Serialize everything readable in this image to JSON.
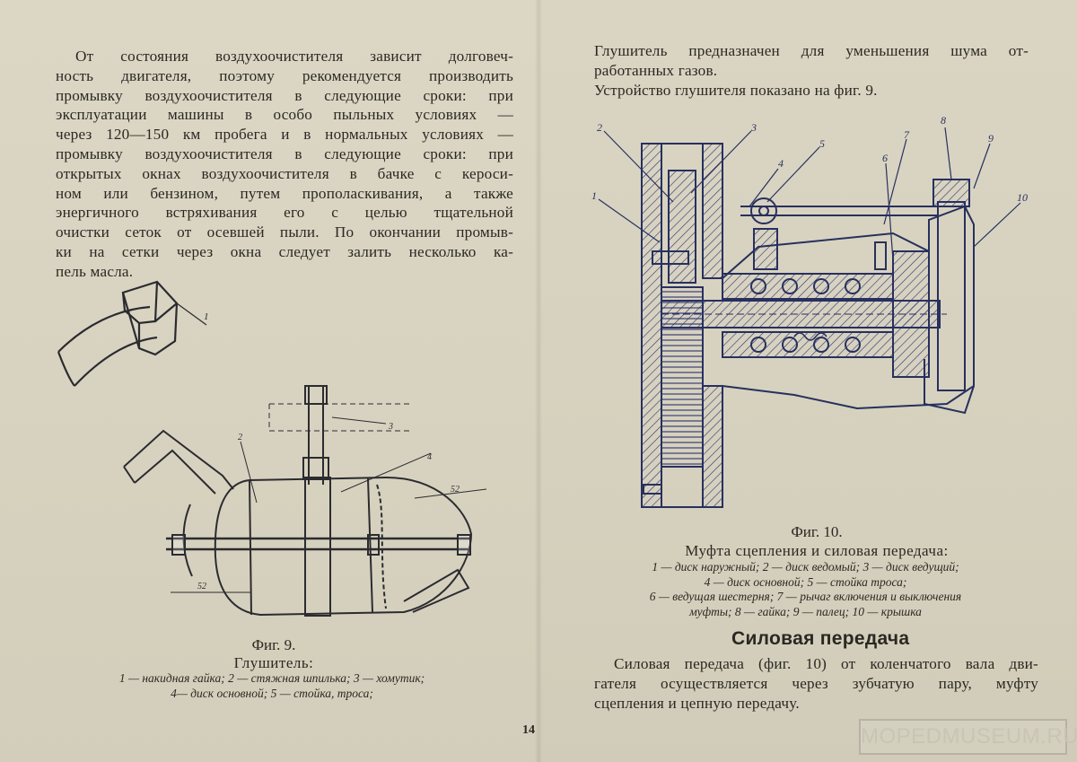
{
  "left_page": {
    "paragraph_lines": [
      "От состояния воздухоочистителя зависит долговеч-",
      "ность двигателя, поэтому рекомендуется производить",
      "промывку воздухоочистителя в следующие сроки: при",
      "эксплуатации машины в особо пыльных условиях —",
      "через 120—150 км пробега и в нормальных условиях —",
      "промывку воздухоочистителя в следующие сроки: при",
      "открытых окнах воздухоочистителя в бачке с кероси-",
      "ном или бензином, путем прополаскивания, а также",
      "энергичного встряхивания его с целью тщательной",
      "очистки сеток от осевшей пыли. По окончании промыв-",
      "ки на сетки через окна следует залить несколько ка-",
      "пель масла."
    ],
    "figure_small_label": "1",
    "fig9": {
      "title": "Фиг. 9.",
      "name": "Глушитель:",
      "caption_lines": [
        "1 — накидная гайка; 2 — стяжная шпилька; 3 — хомутик;",
        "4— диск основной; 5 — стойка, троса;"
      ],
      "labels": [
        "2",
        "3",
        "4"
      ],
      "dimensions": [
        "52",
        "52"
      ]
    },
    "page_number": "14"
  },
  "right_page": {
    "intro_lines": [
      "Глушитель предназначен для уменьшения шума от-",
      "работанных газов.",
      "Устройство глушителя показано на фиг. 9."
    ],
    "fig10": {
      "title": "Фиг. 10.",
      "name": "Муфта сцепления и силовая передача:",
      "caption_lines": [
        "1 — диск наружный; 2 — диск ведомый; 3 — диск ведущий;",
        "4 — диск основной; 5 — стойка троса;",
        "6 — ведущая шестерня; 7 — рычаг включения и выключения",
        "муфты; 8 — гайка; 9 — палец; 10 — крышка"
      ],
      "labels": [
        "1",
        "2",
        "3",
        "4",
        "5",
        "6",
        "7",
        "8",
        "9",
        "10"
      ]
    },
    "section_heading": "Силовая передача",
    "section_lines": [
      "Силовая передача (фиг. 10) от коленчатого вала дви-",
      "гателя осуществляется через зубчатую пару, муфту",
      "сцепления и цепную передачу."
    ],
    "watermark": "MOPEDMUSEUM.RU"
  },
  "colors": {
    "paper": "#d9d4c2",
    "ink": "#2a2822",
    "drawing_ink": "#27305e"
  }
}
